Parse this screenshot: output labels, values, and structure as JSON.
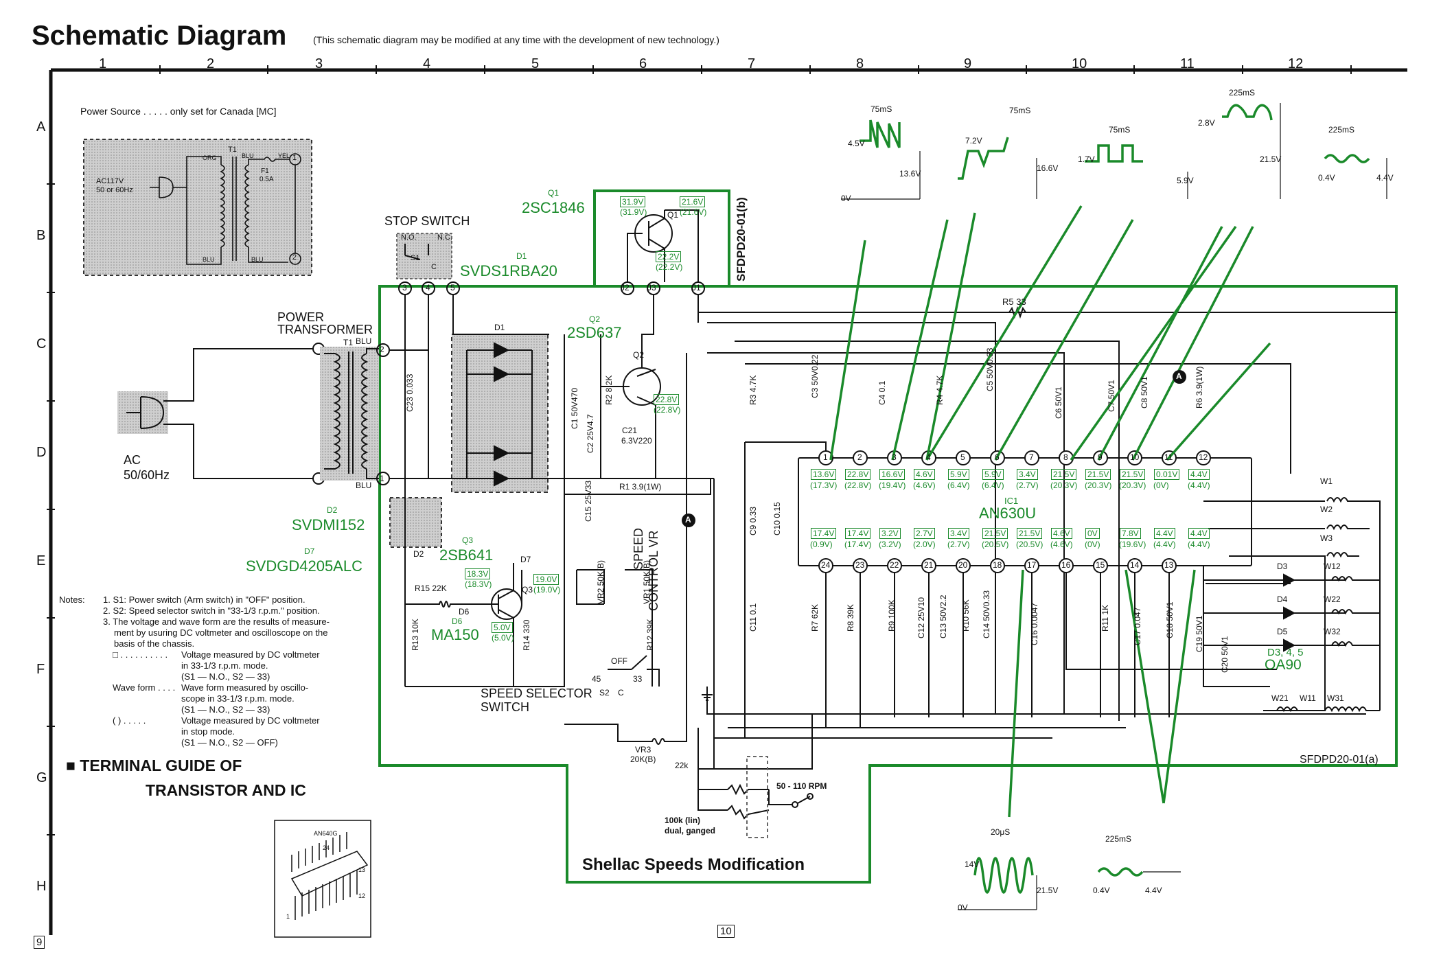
{
  "header": {
    "title": "Schematic Diagram",
    "subtitle": "(This schematic diagram may be modified at any time with the development of new technology.)"
  },
  "grid": {
    "columns": [
      "1",
      "2",
      "3",
      "4",
      "5",
      "6",
      "7",
      "8",
      "9",
      "10",
      "11",
      "12"
    ],
    "rows": [
      "A",
      "B",
      "C",
      "D",
      "E",
      "F",
      "G",
      "H"
    ]
  },
  "power_note": "Power Source . . . . . only set for Canada [MC]",
  "inset": {
    "ac": "AC117V",
    "freq": "50 or 60Hz",
    "t1": "T1",
    "org": "ORG",
    "blu1": "BLU",
    "blu2": "BLU",
    "blu3": "BLU",
    "yel": "YEL",
    "fuse": "F1",
    "fuse_val": "0.5A",
    "node1": "1",
    "node2": "2"
  },
  "labels": {
    "stop_switch": "STOP SWITCH",
    "no": "N.O.",
    "nc": "N.C.",
    "s1": "S1",
    "c": "C",
    "power_transformer_1": "POWER",
    "power_transformer_2": "TRANSFORMER",
    "t1": "T1",
    "blu_top": "BLU",
    "blu_bot": "BLU",
    "ac": "AC",
    "ac_freq": "50/60Hz",
    "d1": "D1",
    "d2": "D2",
    "q2": "Q2",
    "q1": "Q1",
    "speed_selector_1": "SPEED SELECTOR",
    "speed_selector_2": "SWITCH",
    "speed_control_1": "SPEED",
    "speed_control_2": "CONTROL VR",
    "s2": "S2",
    "s2c": "C",
    "off": "OFF",
    "n45": "45",
    "n33": "33",
    "vr3": "VR3",
    "vr3_val": "20K(B)",
    "r22k": "22k",
    "rpm": "50 - 110 RPM",
    "pot_1": "100k (lin)",
    "pot_2": "dual, ganged",
    "mod": "Shellac Speeds Modification",
    "board_b": "SFDPD20-01(b)",
    "board_a": "SFDPD20-01(a)",
    "ic1": "IC1",
    "ic1_name": "AN630U",
    "d345": "D3, 4, 5",
    "oa90": "OA90",
    "r5": "R5 33",
    "pt_a": "A"
  },
  "green_parts": {
    "q1_label": "Q1",
    "q1": "2SC1846",
    "d1_label": "D1",
    "d1": "SVDS1RBA20",
    "q2_label": "Q2",
    "q2": "2SD637",
    "d2_label": "D2",
    "d2": "SVDMI152",
    "d7_label": "D7",
    "d7": "SVDGD4205ALC",
    "q3_label": "Q3",
    "q3": "2SB641",
    "d6_label": "D6",
    "d6": "MA150"
  },
  "terminals": [
    "3",
    "4",
    "5",
    "J2",
    "J3",
    "J1",
    "2",
    "1"
  ],
  "voltages": {
    "q1_a": "31.9V",
    "q1_a2": "(31.9V)",
    "q1_b": "21.6V",
    "q1_b2": "(21.6V)",
    "q1_c": "22.2V",
    "q1_c2": "(22.2V)",
    "q2_a": "22.8V",
    "q2_a2": "(22.8V)",
    "q3_a": "18.3V",
    "q3_a2": "(18.3V)",
    "q3_b": "19.0V",
    "q3_b2": "(19.0V)",
    "q3_c": "5.0V",
    "q3_c2": "(5.0V)"
  },
  "components": {
    "c23": "C23 0.033",
    "c1": "C1 50V470",
    "r2": "R2 8.2K",
    "c21": "C21",
    "c21v": "6.3V220",
    "c2": "C2 25V4.7",
    "r1": "R1 3.9(1W)",
    "c15": "C15 25V33",
    "r3": "R3 4.7K",
    "c9": "C9 0.33",
    "c10": "C10 0.15",
    "c3": "C3 50V0.22",
    "c4": "C4 0.1",
    "r4": "R4 4.7K",
    "c5": "C5 50V0.33",
    "c6": "C6 50V1",
    "c7": "C7 50V1",
    "c8": "C8 50V1",
    "r6": "R6 3.9(1W)",
    "r15": "R15 22K",
    "r13": "R13 10K",
    "r14": "R14 330",
    "d6": "D6",
    "d7": "D7",
    "q3": "Q3",
    "vr2": "VR2 50K(B)",
    "vr1": "VR1 50K(B)",
    "r12": "R12 39K",
    "c11": "C11 0.1",
    "r7": "R7 62K",
    "r8": "R8 39K",
    "r9": "R9 100K",
    "c12": "C12 25V10",
    "c13": "C13 50V2.2",
    "r10": "R10 56K",
    "c14": "C14 50V0.33",
    "c16": "C16 0.0047",
    "r11": "R11 1K",
    "c17": "C17 0.047",
    "c18": "C18 50V1",
    "c19": "C19 50V1",
    "c20": "C20 50V1",
    "w1": "W1",
    "w2": "W2",
    "w3": "W3",
    "d3": "D3",
    "d4": "D4",
    "d5": "D5",
    "w12": "W12",
    "w22": "W22",
    "w32": "W32",
    "w21": "W21",
    "w11": "W11",
    "w31": "W31"
  },
  "ic_pins_top": [
    {
      "pin": "1",
      "v": "13.6V",
      "s": "(17.3V)"
    },
    {
      "pin": "2",
      "v": "22.8V",
      "s": "(22.8V)"
    },
    {
      "pin": "3",
      "v": "16.6V",
      "s": "(19.4V)"
    },
    {
      "pin": "4",
      "v": "4.6V",
      "s": "(4.6V)"
    },
    {
      "pin": "5",
      "v": "5.9V",
      "s": "(6.4V)"
    },
    {
      "pin": "6",
      "v": "5.9V",
      "s": "(6.4V)"
    },
    {
      "pin": "7",
      "v": "3.4V",
      "s": "(2.7V)"
    },
    {
      "pin": "8",
      "v": "21.5V",
      "s": "(20.3V)"
    },
    {
      "pin": "9",
      "v": "21.5V",
      "s": "(20.3V)"
    },
    {
      "pin": "10",
      "v": "21.5V",
      "s": "(20.3V)"
    },
    {
      "pin": "11",
      "v": "0.01V",
      "s": "(0V)"
    },
    {
      "pin": "12",
      "v": "4.4V",
      "s": "(4.4V)"
    }
  ],
  "ic_pins_bottom": [
    {
      "pin": "24",
      "v": "17.4V",
      "s": "(0.9V)"
    },
    {
      "pin": "23",
      "v": "17.4V",
      "s": "(17.4V)"
    },
    {
      "pin": "22",
      "v": "3.2V",
      "s": "(3.2V)"
    },
    {
      "pin": "21",
      "v": "2.7V",
      "s": "(2.0V)"
    },
    {
      "pin": "20",
      "v": "3.4V",
      "s": "(2.7V)"
    },
    {
      "pin": "18",
      "v": "21.5V",
      "s": "(20.5V)"
    },
    {
      "pin": "17",
      "v": "21.5V",
      "s": "(20.5V)"
    },
    {
      "pin": "16",
      "v": "4.6V",
      "s": "(4.6V)"
    },
    {
      "pin": "15",
      "v": "0V",
      "s": "(0V)"
    },
    {
      "pin": "14",
      "v": "7.8V",
      "s": "(19.6V)"
    },
    {
      "pin": "13",
      "v": "4.4V",
      "s": "(4.4V)"
    },
    {
      "pin": "",
      "v": "4.4V",
      "s": "(4.4V)"
    }
  ],
  "waveforms": {
    "w1_t": "75mS",
    "w1_v": "4.5V",
    "w1_p": "13.6V",
    "w1_0": "0V",
    "w2_t": "75mS",
    "w2_v": "7.2V",
    "w2_p": "16.6V",
    "w3_t": "75mS",
    "w3_v": "1.7V",
    "w3_p": "5.9V",
    "w4_t": "225mS",
    "w4_v": "2.8V",
    "w4_p": "21.5V",
    "w5_t": "225mS",
    "w5_v": "0.4V",
    "w5_p": "4.4V",
    "w6_t": "20μS",
    "w6_v": "14V",
    "w6_p": "21.5V",
    "w6_0": "0V",
    "w7_t": "225mS",
    "w7_v": "0.4V",
    "w7_p": "4.4V"
  },
  "notes": {
    "head": "Notes:",
    "n1": "1. S1:  Power switch (Arm switch) in \"OFF\" position.",
    "n2": "2. S2:  Speed selector switch in \"33-1/3 r.p.m.\" position.",
    "n3a": "3. The voltage and wave form are the results of measure-",
    "n3b": "ment by usuring DC voltmeter and oscilloscope on the",
    "n3c": "basis of the chassis.",
    "k1": "□ . . . . . . . . . .",
    "v1a": "Voltage measured by DC voltmeter",
    "v1b": "in 33-1/3 r.p.m. mode.",
    "v1c": "(S1 — N.O., S2 — 33)",
    "k2": "Wave form . . . .",
    "v2a": "Wave form measured by oscillo-",
    "v2b": "scope in 33-1/3 r.p.m. mode.",
    "v2c": "(S1 — N.O., S2 — 33)",
    "k3": "(        ) . . . . .",
    "v3a": "Voltage measured by DC voltmeter",
    "v3b": "in stop mode.",
    "v3c": "(S1 — N.O., S2 — OFF)"
  },
  "terminal_guide": {
    "line1": "■  TERMINAL GUIDE OF",
    "line2": "TRANSISTOR AND IC",
    "chip": "AN640G",
    "pin24": "24",
    "pin1": "1",
    "pin12": "12",
    "pin13": "13"
  },
  "page_left": "9",
  "page_bottom": "10",
  "colors": {
    "green": "#1a8a2a",
    "ink": "#111111",
    "shade": "#c8c8c8"
  }
}
